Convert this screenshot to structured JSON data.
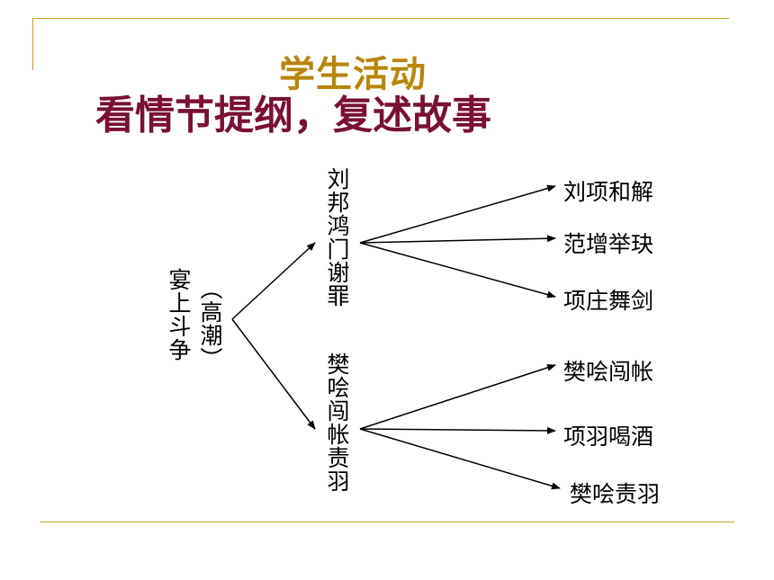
{
  "slide": {
    "title": "学生活动",
    "subtitle": "看情节提纲，复述故事"
  },
  "diagram": {
    "root": {
      "label": "宴上斗争",
      "note": "（高潮）"
    },
    "branches": [
      {
        "label": "刘邦鸿门谢罪",
        "children": [
          "刘项和解",
          "范增举玦",
          "项庄舞剑"
        ]
      },
      {
        "label": "樊哙闯帐责羽",
        "children": [
          "樊哙闯帐",
          "项羽喝酒",
          "樊哙责羽"
        ]
      }
    ]
  },
  "colors": {
    "frame": "#c9a227",
    "title": "#b8860b",
    "subtitle": "#7a1035"
  }
}
